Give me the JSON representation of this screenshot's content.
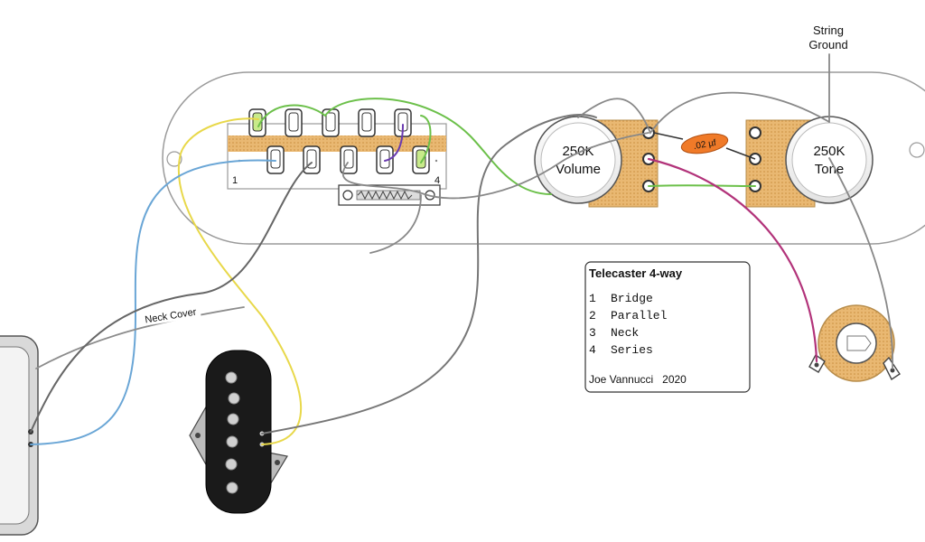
{
  "labels": {
    "string_ground_line1": "String",
    "string_ground_line2": "Ground",
    "neck_cover": "Neck Cover",
    "switch_pos_1": "1",
    "switch_pos_4": "4",
    "volume_value": "250K",
    "volume_name": "Volume",
    "tone_value": "250K",
    "tone_name": "Tone",
    "capacitor": ".02 µf"
  },
  "legend": {
    "title": "Telecaster 4-way",
    "items": [
      {
        "num": "1",
        "label": "Bridge"
      },
      {
        "num": "2",
        "label": "Parallel"
      },
      {
        "num": "3",
        "label": "Neck"
      },
      {
        "num": "4",
        "label": "Series"
      }
    ],
    "credit": "Joe Vannucci   2020"
  },
  "colors": {
    "wire_yellow": "#e8d84a",
    "wire_blue": "#6aa6d6",
    "wire_green": "#6cc04a",
    "wire_gray": "#8c8c8c",
    "wire_dark": "#555555",
    "wire_magenta": "#b2337a",
    "wire_purple": "#6a3ab0",
    "lug_tab": "#f2c98a",
    "capacitor": "#f07a28",
    "pickup_black": "#1a1a1a"
  }
}
